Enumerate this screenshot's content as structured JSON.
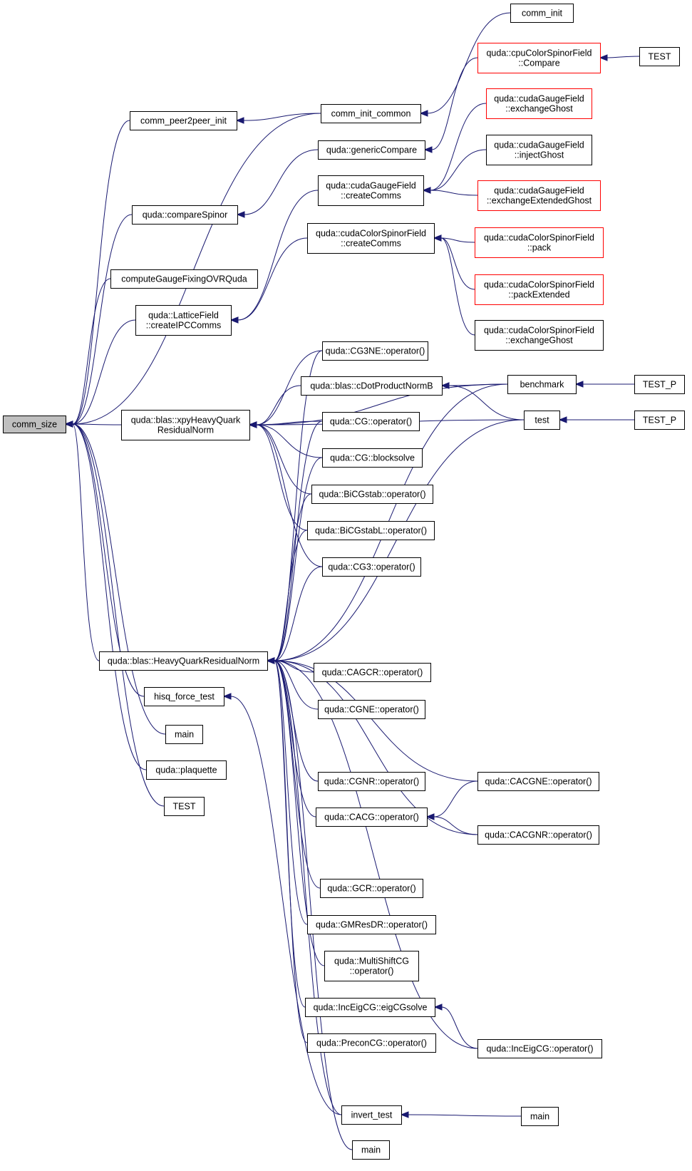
{
  "title": "comm_size caller graph",
  "colors": {
    "edge": "#191970",
    "focus_fill": "#bfbfbf",
    "truncated_border": "#ff0000",
    "border": "#000000"
  },
  "nodes": {
    "comm_size": {
      "lines": [
        "comm_size"
      ],
      "focus": true
    },
    "comm_peer2peer_init": {
      "lines": [
        "comm_peer2peer_init"
      ]
    },
    "compareSpinor": {
      "lines": [
        "quda::compareSpinor"
      ]
    },
    "computeGaugeFixingOVRQuda": {
      "lines": [
        "computeGaugeFixingOVRQuda"
      ]
    },
    "LatticeField_createIPCComms": {
      "lines": [
        "quda::LatticeField",
        "::createIPCComms"
      ]
    },
    "xpyHeavyQuarkResidualNorm": {
      "lines": [
        "quda::blas::xpyHeavyQuark",
        "ResidualNorm"
      ]
    },
    "HeavyQuarkResidualNorm": {
      "lines": [
        "quda::blas::HeavyQuarkResidualNorm"
      ]
    },
    "hisq_force_test": {
      "lines": [
        "hisq_force_test"
      ]
    },
    "main_1": {
      "lines": [
        "main"
      ]
    },
    "plaquette": {
      "lines": [
        "quda::plaquette"
      ]
    },
    "TEST_1": {
      "lines": [
        "TEST"
      ]
    },
    "comm_init_common": {
      "lines": [
        "comm_init_common"
      ]
    },
    "genericCompare": {
      "lines": [
        "quda::genericCompare"
      ]
    },
    "cudaGaugeField_createComms": {
      "lines": [
        "quda::cudaGaugeField",
        "::createComms"
      ]
    },
    "cudaColorSpinorField_createComms": {
      "lines": [
        "quda::cudaColorSpinorField",
        "::createComms"
      ]
    },
    "CG3NE_op": {
      "lines": [
        "quda::CG3NE::operator()"
      ]
    },
    "cDotProductNormB": {
      "lines": [
        "quda::blas::cDotProductNormB"
      ]
    },
    "CG_op": {
      "lines": [
        "quda::CG::operator()"
      ]
    },
    "CG_blocksolve": {
      "lines": [
        "quda::CG::blocksolve"
      ]
    },
    "BiCGstab_op": {
      "lines": [
        "quda::BiCGstab::operator()"
      ]
    },
    "BiCGstabL_op": {
      "lines": [
        "quda::BiCGstabL::operator()"
      ]
    },
    "CG3_op": {
      "lines": [
        "quda::CG3::operator()"
      ]
    },
    "CAGCR_op": {
      "lines": [
        "quda::CAGCR::operator()"
      ]
    },
    "CGNE_op": {
      "lines": [
        "quda::CGNE::operator()"
      ]
    },
    "CGNR_op": {
      "lines": [
        "quda::CGNR::operator()"
      ]
    },
    "CACG_op": {
      "lines": [
        "quda::CACG::operator()"
      ]
    },
    "GCR_op": {
      "lines": [
        "quda::GCR::operator()"
      ]
    },
    "GMResDR_op": {
      "lines": [
        "quda::GMResDR::operator()"
      ]
    },
    "MultiShiftCG_op": {
      "lines": [
        "quda::MultiShiftCG",
        "::operator()"
      ]
    },
    "IncEigCG_eigCGsolve": {
      "lines": [
        "quda::IncEigCG::eigCGsolve"
      ]
    },
    "PreconCG_op": {
      "lines": [
        "quda::PreconCG::operator()"
      ]
    },
    "invert_test": {
      "lines": [
        "invert_test"
      ]
    },
    "main_2": {
      "lines": [
        "main"
      ]
    },
    "comm_init": {
      "lines": [
        "comm_init"
      ]
    },
    "cpuColorSpinorField_Compare": {
      "lines": [
        "quda::cpuColorSpinorField",
        "::Compare"
      ],
      "truncated": true
    },
    "cudaGaugeField_exchangeGhost": {
      "lines": [
        "quda::cudaGaugeField",
        "::exchangeGhost"
      ],
      "truncated": true
    },
    "cudaGaugeField_injectGhost": {
      "lines": [
        "quda::cudaGaugeField",
        "::injectGhost"
      ]
    },
    "cudaGaugeField_exchangeExtendedGhost": {
      "lines": [
        "quda::cudaGaugeField",
        "::exchangeExtendedGhost"
      ],
      "truncated": true
    },
    "cudaColorSpinorField_pack": {
      "lines": [
        "quda::cudaColorSpinorField",
        "::pack"
      ],
      "truncated": true
    },
    "cudaColorSpinorField_packExtended": {
      "lines": [
        "quda::cudaColorSpinorField",
        "::packExtended"
      ],
      "truncated": true
    },
    "cudaColorSpinorField_exchangeGhost": {
      "lines": [
        "quda::cudaColorSpinorField",
        "::exchangeGhost"
      ]
    },
    "benchmark": {
      "lines": [
        "benchmark"
      ]
    },
    "test": {
      "lines": [
        "test"
      ]
    },
    "CACGNE_op": {
      "lines": [
        "quda::CACGNE::operator()"
      ]
    },
    "CACGNR_op": {
      "lines": [
        "quda::CACGNR::operator()"
      ]
    },
    "IncEigCG_op": {
      "lines": [
        "quda::IncEigCG::operator()"
      ]
    },
    "main_3": {
      "lines": [
        "main"
      ]
    },
    "TEST_2": {
      "lines": [
        "TEST"
      ]
    },
    "TEST_P_1": {
      "lines": [
        "TEST_P"
      ]
    },
    "TEST_P_2": {
      "lines": [
        "TEST_P"
      ]
    }
  },
  "edges": [
    [
      "comm_peer2peer_init",
      "comm_size"
    ],
    [
      "comm_init_common",
      "comm_size"
    ],
    [
      "compareSpinor",
      "comm_size"
    ],
    [
      "computeGaugeFixingOVRQuda",
      "comm_size"
    ],
    [
      "LatticeField_createIPCComms",
      "comm_size"
    ],
    [
      "xpyHeavyQuarkResidualNorm",
      "comm_size"
    ],
    [
      "HeavyQuarkResidualNorm",
      "comm_size"
    ],
    [
      "hisq_force_test",
      "comm_size"
    ],
    [
      "main_1",
      "comm_size"
    ],
    [
      "plaquette",
      "comm_size"
    ],
    [
      "TEST_1",
      "comm_size"
    ],
    [
      "comm_init_common",
      "comm_peer2peer_init"
    ],
    [
      "comm_init",
      "comm_init_common"
    ],
    [
      "genericCompare",
      "compareSpinor"
    ],
    [
      "cpuColorSpinorField_Compare",
      "genericCompare"
    ],
    [
      "TEST_2",
      "cpuColorSpinorField_Compare"
    ],
    [
      "cudaGaugeField_createComms",
      "LatticeField_createIPCComms"
    ],
    [
      "cudaColorSpinorField_createComms",
      "LatticeField_createIPCComms"
    ],
    [
      "cudaGaugeField_exchangeGhost",
      "cudaGaugeField_createComms"
    ],
    [
      "cudaGaugeField_injectGhost",
      "cudaGaugeField_createComms"
    ],
    [
      "cudaGaugeField_exchangeExtendedGhost",
      "cudaGaugeField_createComms"
    ],
    [
      "cudaColorSpinorField_pack",
      "cudaColorSpinorField_createComms"
    ],
    [
      "cudaColorSpinorField_packExtended",
      "cudaColorSpinorField_createComms"
    ],
    [
      "cudaColorSpinorField_exchangeGhost",
      "cudaColorSpinorField_createComms"
    ],
    [
      "CG3NE_op",
      "xpyHeavyQuarkResidualNorm"
    ],
    [
      "cDotProductNormB",
      "xpyHeavyQuarkResidualNorm"
    ],
    [
      "CG_op",
      "xpyHeavyQuarkResidualNorm"
    ],
    [
      "CG_blocksolve",
      "xpyHeavyQuarkResidualNorm"
    ],
    [
      "BiCGstab_op",
      "xpyHeavyQuarkResidualNorm"
    ],
    [
      "BiCGstabL_op",
      "xpyHeavyQuarkResidualNorm"
    ],
    [
      "CG3_op",
      "xpyHeavyQuarkResidualNorm"
    ],
    [
      "benchmark",
      "xpyHeavyQuarkResidualNorm"
    ],
    [
      "test",
      "xpyHeavyQuarkResidualNorm"
    ],
    [
      "benchmark",
      "cDotProductNormB"
    ],
    [
      "test",
      "cDotProductNormB"
    ],
    [
      "TEST_P_1",
      "benchmark"
    ],
    [
      "TEST_P_2",
      "test"
    ],
    [
      "CG3NE_op",
      "HeavyQuarkResidualNorm"
    ],
    [
      "CG_op",
      "HeavyQuarkResidualNorm"
    ],
    [
      "CG_blocksolve",
      "HeavyQuarkResidualNorm"
    ],
    [
      "BiCGstab_op",
      "HeavyQuarkResidualNorm"
    ],
    [
      "BiCGstabL_op",
      "HeavyQuarkResidualNorm"
    ],
    [
      "CG3_op",
      "HeavyQuarkResidualNorm"
    ],
    [
      "benchmark",
      "HeavyQuarkResidualNorm"
    ],
    [
      "test",
      "HeavyQuarkResidualNorm"
    ],
    [
      "CAGCR_op",
      "HeavyQuarkResidualNorm"
    ],
    [
      "CGNE_op",
      "HeavyQuarkResidualNorm"
    ],
    [
      "CACGNE_op",
      "HeavyQuarkResidualNorm"
    ],
    [
      "CGNR_op",
      "HeavyQuarkResidualNorm"
    ],
    [
      "CACG_op",
      "HeavyQuarkResidualNorm"
    ],
    [
      "CACGNR_op",
      "HeavyQuarkResidualNorm"
    ],
    [
      "GCR_op",
      "HeavyQuarkResidualNorm"
    ],
    [
      "GMResDR_op",
      "HeavyQuarkResidualNorm"
    ],
    [
      "MultiShiftCG_op",
      "HeavyQuarkResidualNorm"
    ],
    [
      "IncEigCG_eigCGsolve",
      "HeavyQuarkResidualNorm"
    ],
    [
      "PreconCG_op",
      "HeavyQuarkResidualNorm"
    ],
    [
      "IncEigCG_op",
      "HeavyQuarkResidualNorm"
    ],
    [
      "invert_test",
      "HeavyQuarkResidualNorm"
    ],
    [
      "main_2",
      "HeavyQuarkResidualNorm"
    ],
    [
      "CACGNE_op",
      "CACG_op"
    ],
    [
      "CACGNR_op",
      "CACG_op"
    ],
    [
      "IncEigCG_op",
      "IncEigCG_eigCGsolve"
    ],
    [
      "main_3",
      "invert_test"
    ],
    [
      "invert_test",
      "hisq_force_test"
    ]
  ]
}
